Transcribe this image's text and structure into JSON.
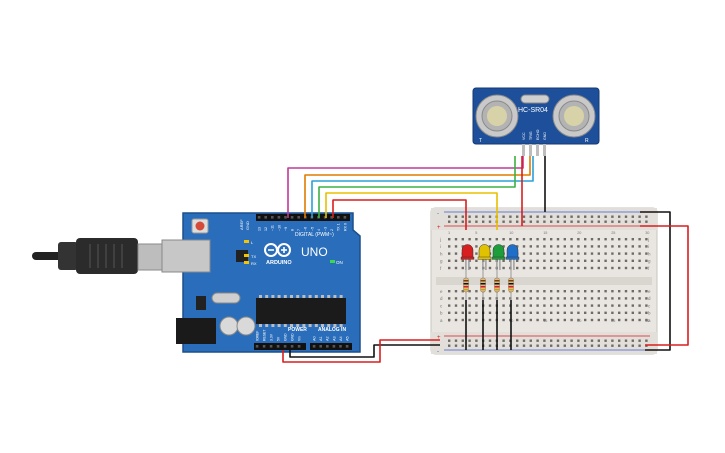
{
  "arduino": {
    "brand": "ARDUINO",
    "model": "UNO",
    "digital_label": "DIGITAL (PWM~)",
    "power_label": "POWER",
    "analog_label": "ANALOG IN",
    "aref": "AREF",
    "gnd": "GND",
    "on_label": "ON",
    "tx_label": "TX",
    "rx_label": "RX",
    "l_label": "L",
    "digital_pins": [
      "13",
      "12",
      "~11",
      "~10",
      "~9",
      "8",
      "7",
      "~6",
      "~5",
      "4",
      "~3",
      "2",
      "TX 1",
      "RX 0"
    ],
    "power_pins": [
      "IOREF",
      "RESET",
      "3.3V",
      "5V",
      "GND",
      "GND",
      "Vin"
    ],
    "analog_pins": [
      "A0",
      "A1",
      "A2",
      "A3",
      "A4",
      "A5"
    ]
  },
  "sensor": {
    "label": "HC-SR04",
    "pins": [
      "VCC",
      "TRIG",
      "ECHO",
      "GND"
    ],
    "t_mark": "T",
    "r_mark": "R"
  },
  "breadboard": {
    "row_letters_top": [
      "j",
      "i",
      "h",
      "g",
      "f"
    ],
    "row_letters_bottom": [
      "e",
      "d",
      "c",
      "b",
      "a"
    ],
    "numbers_top": [
      "1",
      "5",
      "10",
      "15",
      "20",
      "25",
      "30"
    ],
    "rail_plus": "+",
    "rail_minus": "-"
  },
  "leds": [
    {
      "name": "red-led",
      "color": "#d81e1e"
    },
    {
      "name": "yellow-led",
      "color": "#e0c200"
    },
    {
      "name": "green-led",
      "color": "#1e9e3a"
    },
    {
      "name": "blue-led",
      "color": "#1f6fc9"
    }
  ],
  "wires": {
    "colors": [
      "#e8c000",
      "#2aa0d8",
      "#3cb043",
      "#e07b00",
      "#c0399a",
      "#d81e1e"
    ]
  },
  "colors": {
    "board": "#2a6ebb",
    "board_dark": "#1c4f8a",
    "breadboard": "#e9e6e1",
    "sensor_blue": "#1d4f9a"
  }
}
